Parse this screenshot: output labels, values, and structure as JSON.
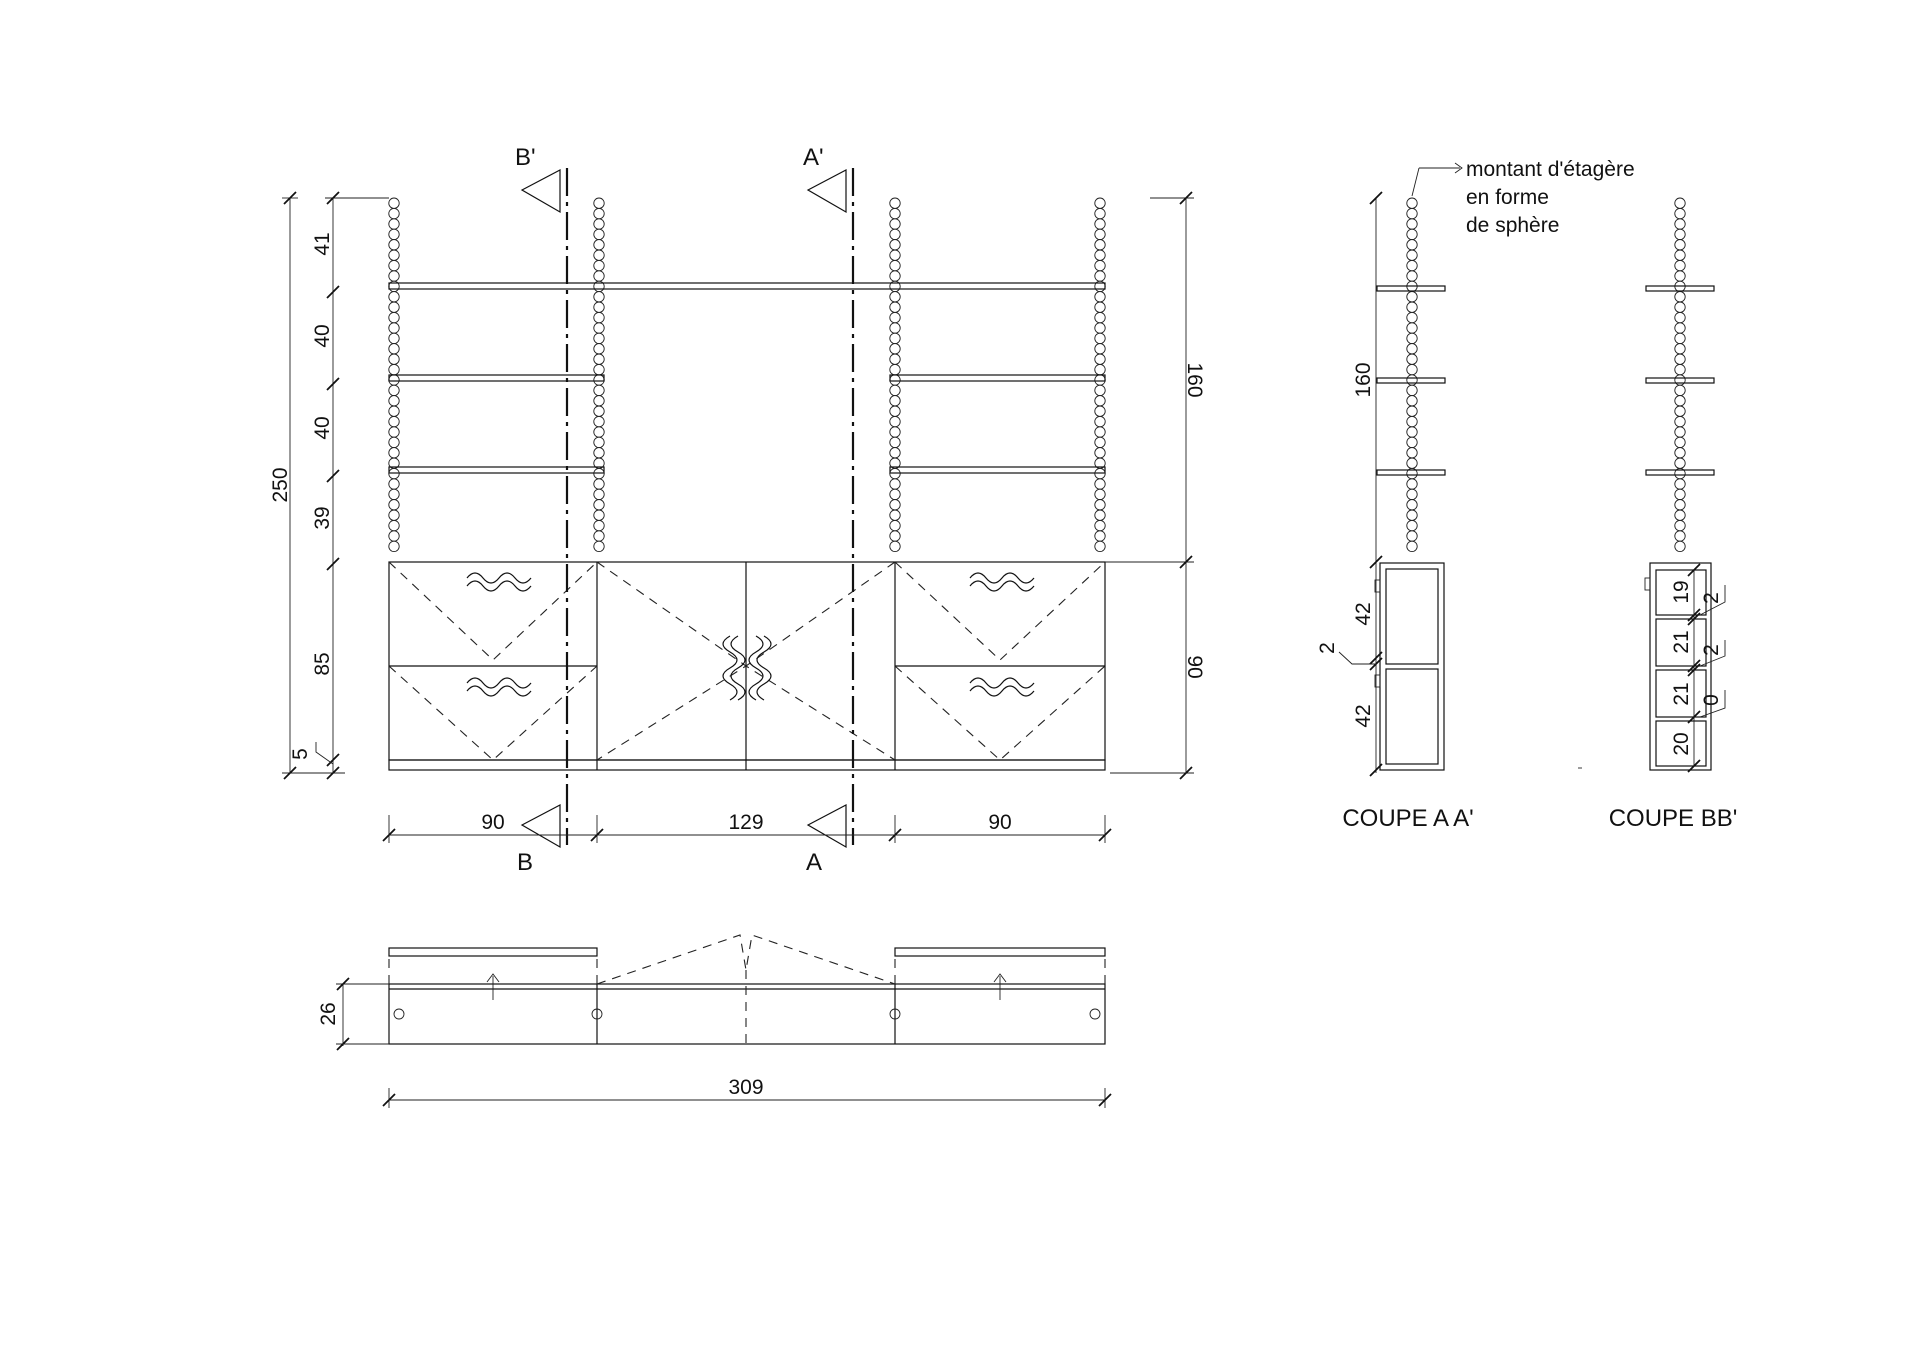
{
  "elevation": {
    "dims_left": [
      "41",
      "40",
      "40",
      "39",
      "85",
      "5"
    ],
    "dim_total": "250",
    "dims_right": [
      "160",
      "90"
    ],
    "dims_bottom": [
      "90",
      "129",
      "90"
    ],
    "section_marks": {
      "b_top": "B'",
      "a_top": "A'",
      "b_bottom": "B",
      "a_bottom": "A"
    }
  },
  "plan": {
    "depth": "26",
    "width": "309"
  },
  "section_aa": {
    "title": "COUPE A A'",
    "annotation_lines": [
      "montant d'étagère",
      "en forme",
      "de sphère"
    ],
    "dim_upper": "160",
    "dims_cabinet": [
      "42",
      "2",
      "42"
    ]
  },
  "section_bb": {
    "title": "COUPE BB'",
    "dims_inner": [
      "19",
      "21",
      "21",
      "20"
    ],
    "dims_outer": [
      "2",
      "2",
      "0"
    ]
  }
}
